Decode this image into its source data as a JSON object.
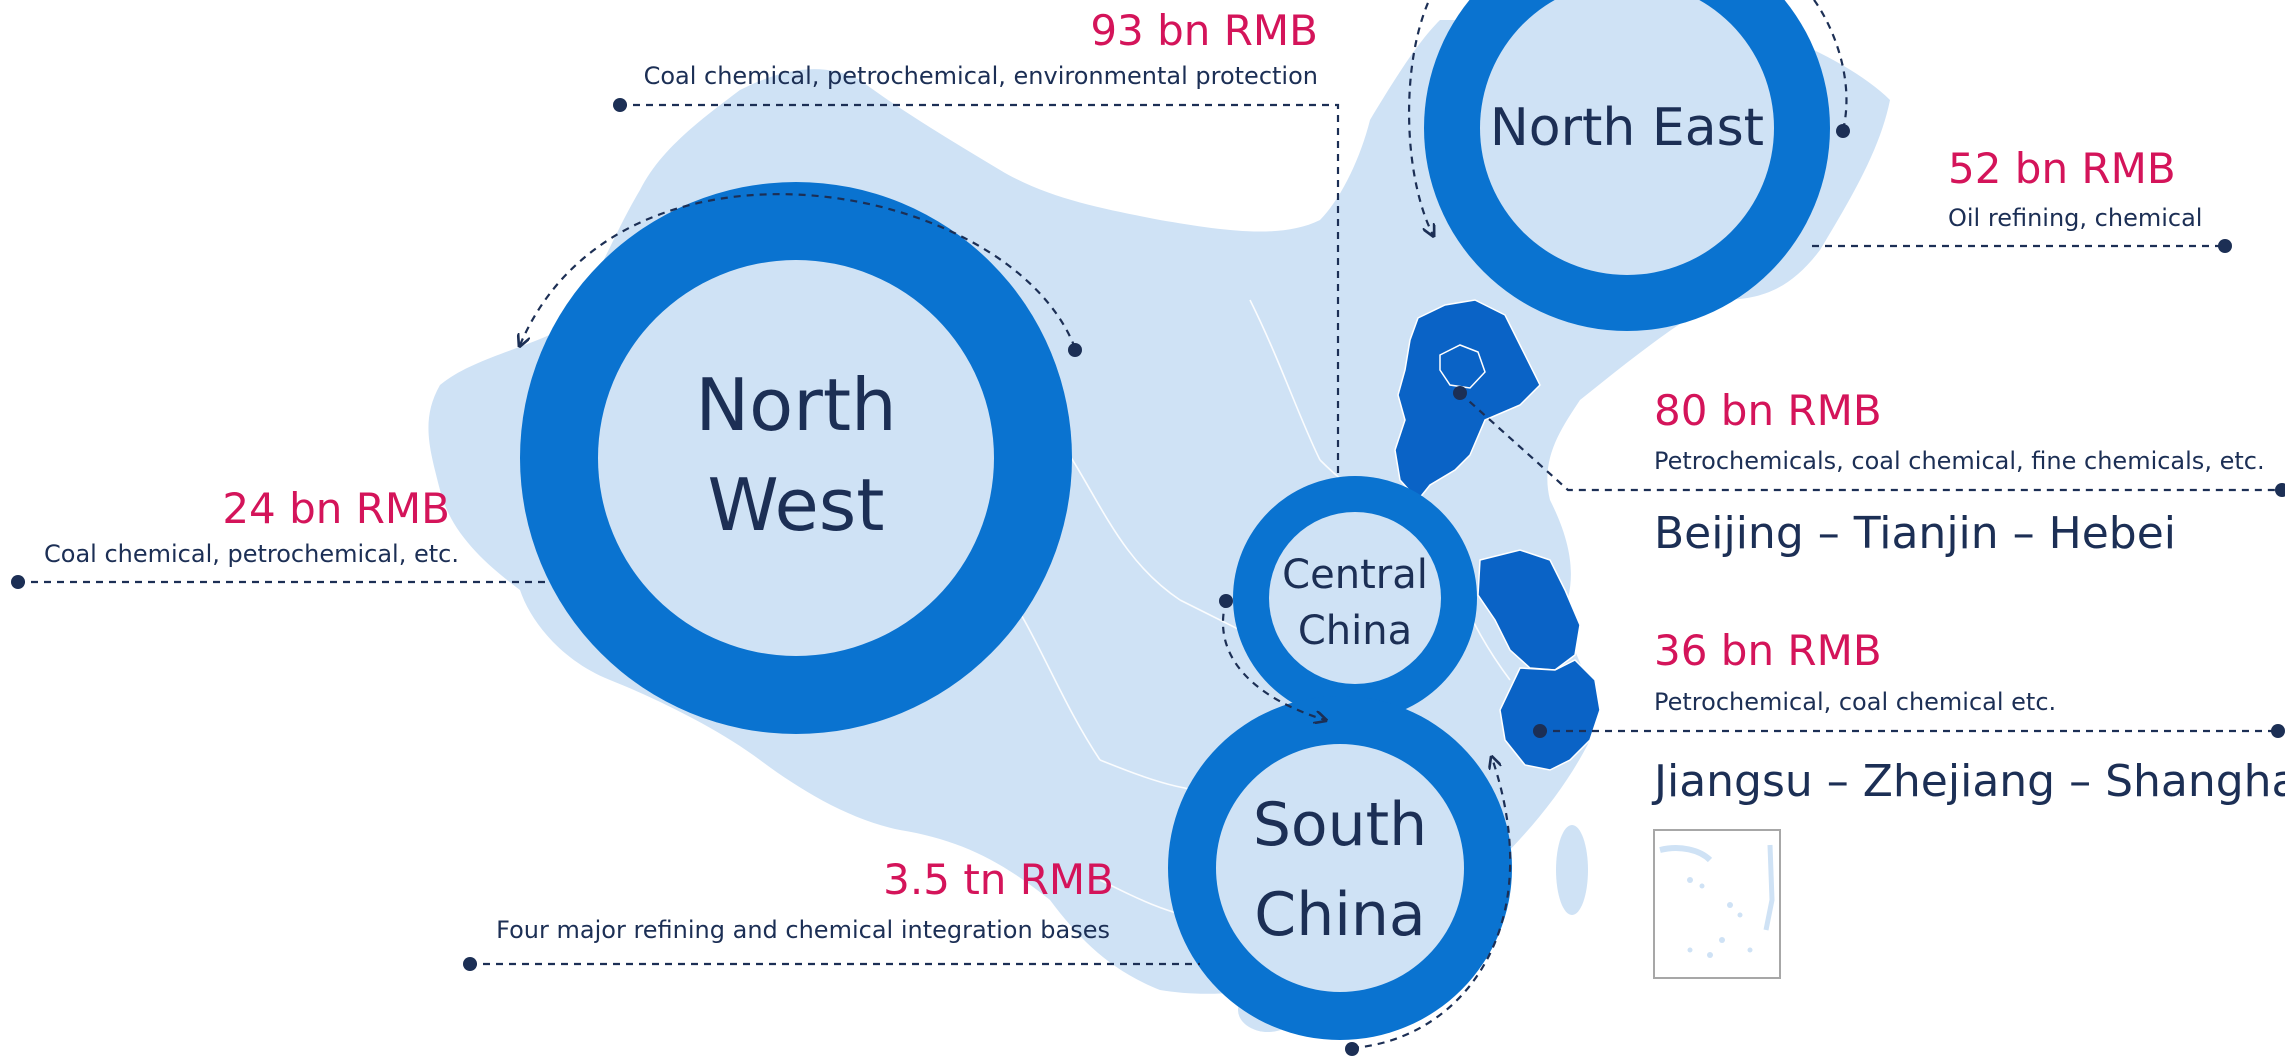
{
  "colors": {
    "map_fill": "#cfe2f5",
    "map_border": "#ffffff",
    "highlight": "#0a63c6",
    "ring": "#0a73d0",
    "ring_inner": "#cfe2f5",
    "navy": "#1c2f55",
    "accent": "#d4145a"
  },
  "regions": {
    "north_west": {
      "line1": "North",
      "line2": "West"
    },
    "north_east": {
      "name": "North East"
    },
    "central_china": {
      "line1": "Central",
      "line2": "China"
    },
    "south_china": {
      "line1": "South",
      "line2": "China"
    }
  },
  "callouts": {
    "northwest_top": {
      "amount": "93 bn RMB",
      "description": "Coal chemical, petrochemical, environmental protection"
    },
    "northwest_left": {
      "amount": "24 bn RMB",
      "description": "Coal chemical, petrochemical, etc."
    },
    "northeast": {
      "amount": "52 bn RMB",
      "description": "Oil refining, chemical"
    },
    "jingjinji": {
      "amount": "80 bn RMB",
      "description": "Petrochemicals, coal chemical, fine chemicals, etc.",
      "cluster": "Beijing – Tianjin – Hebei"
    },
    "yangtze": {
      "amount": "36 bn RMB",
      "description": "Petrochemical, coal chemical etc.",
      "cluster": "Jiangsu – Zhejiang – Shanghai"
    },
    "south": {
      "amount": "3.5 tn RMB",
      "description": "Four major refining and chemical integration bases"
    }
  },
  "icons": {
    "arrow": "dashed-curved-arrow-icon",
    "pin": "dot-marker-icon",
    "inset": "south-china-sea-inset-map"
  }
}
